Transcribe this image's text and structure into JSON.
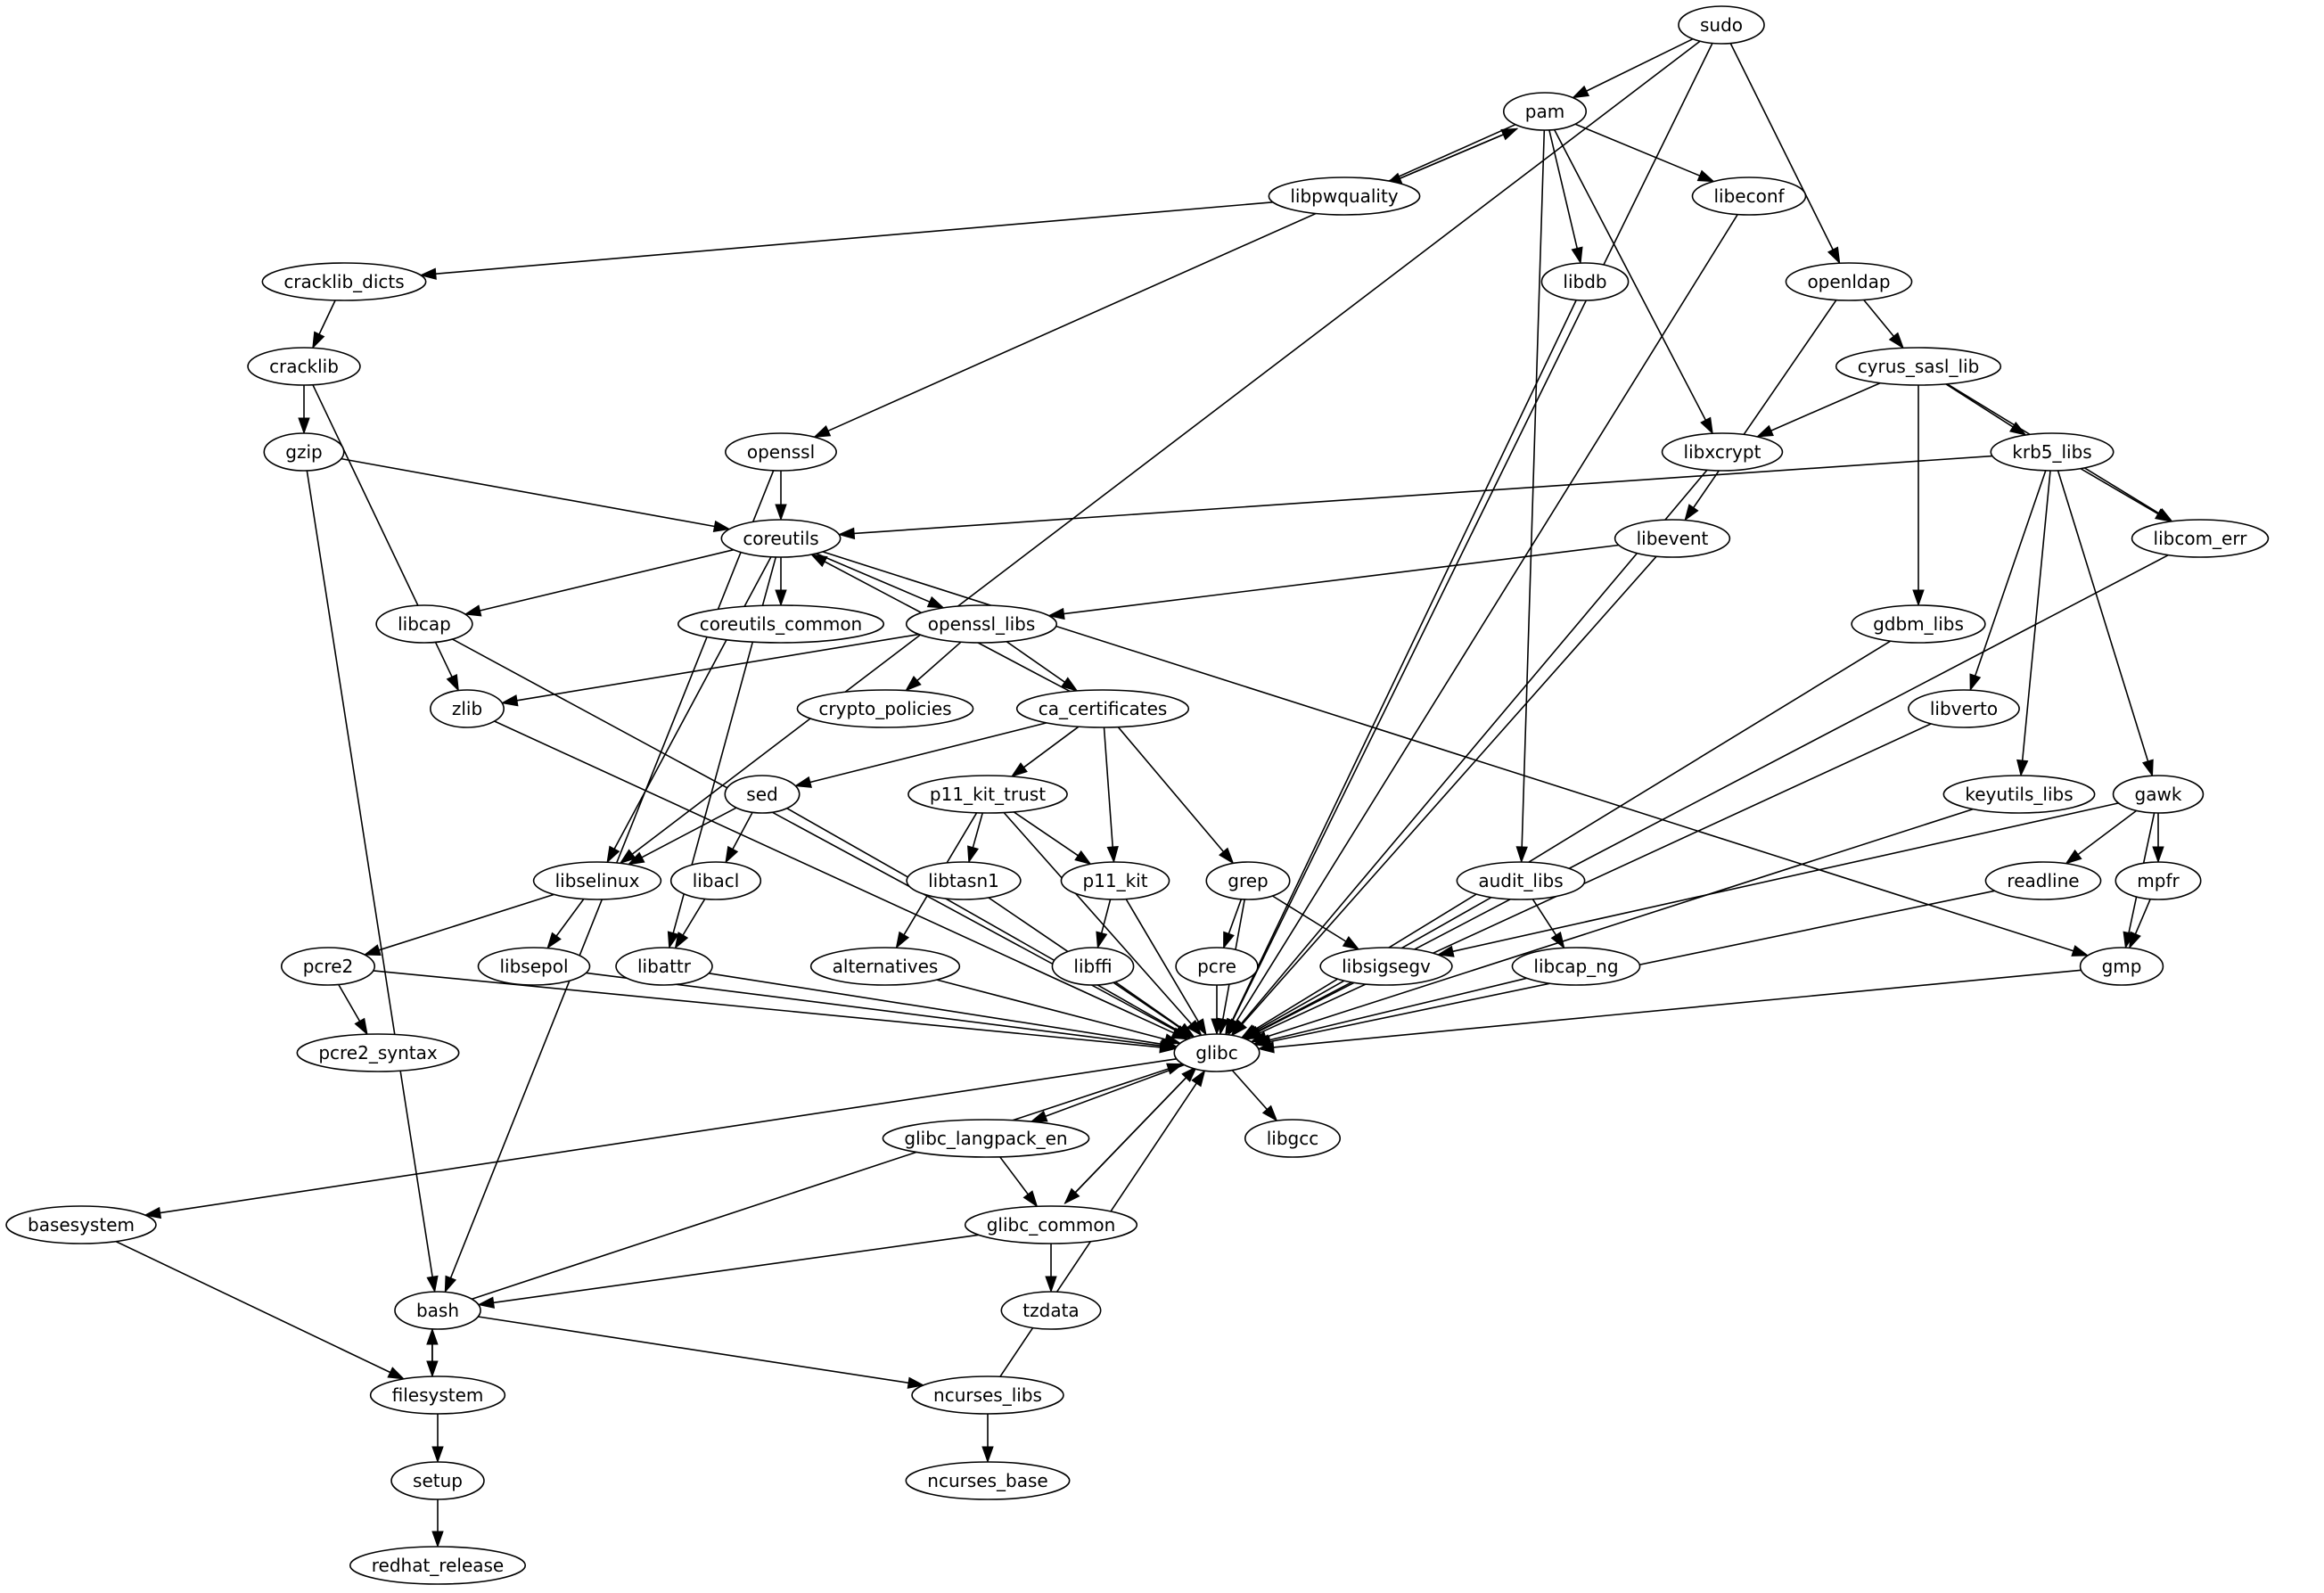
{
  "title": "Package dependency graph",
  "colors": {
    "stroke": "#000000",
    "fill": "#ffffff",
    "text": "#000000"
  },
  "nodes": [
    {
      "id": "sudo",
      "label": "sudo"
    },
    {
      "id": "pam",
      "label": "pam"
    },
    {
      "id": "libpwquality",
      "label": "libpwquality"
    },
    {
      "id": "libeconf",
      "label": "libeconf"
    },
    {
      "id": "cracklib_dicts",
      "label": "cracklib_dicts"
    },
    {
      "id": "libdb",
      "label": "libdb"
    },
    {
      "id": "openldap",
      "label": "openldap"
    },
    {
      "id": "cracklib",
      "label": "cracklib"
    },
    {
      "id": "cyrus_sasl_lib",
      "label": "cyrus_sasl_lib"
    },
    {
      "id": "gzip",
      "label": "gzip"
    },
    {
      "id": "openssl",
      "label": "openssl"
    },
    {
      "id": "libxcrypt",
      "label": "libxcrypt"
    },
    {
      "id": "krb5_libs",
      "label": "krb5_libs"
    },
    {
      "id": "coreutils",
      "label": "coreutils"
    },
    {
      "id": "libevent",
      "label": "libevent"
    },
    {
      "id": "libcom_err",
      "label": "libcom_err"
    },
    {
      "id": "libcap",
      "label": "libcap"
    },
    {
      "id": "coreutils_common",
      "label": "coreutils_common"
    },
    {
      "id": "openssl_libs",
      "label": "openssl_libs"
    },
    {
      "id": "gdbm_libs",
      "label": "gdbm_libs"
    },
    {
      "id": "zlib",
      "label": "zlib"
    },
    {
      "id": "crypto_policies",
      "label": "crypto_policies"
    },
    {
      "id": "ca_certificates",
      "label": "ca_certificates"
    },
    {
      "id": "libverto",
      "label": "libverto"
    },
    {
      "id": "sed",
      "label": "sed"
    },
    {
      "id": "p11_kit_trust",
      "label": "p11_kit_trust"
    },
    {
      "id": "keyutils_libs",
      "label": "keyutils_libs"
    },
    {
      "id": "gawk",
      "label": "gawk"
    },
    {
      "id": "libselinux",
      "label": "libselinux"
    },
    {
      "id": "libacl",
      "label": "libacl"
    },
    {
      "id": "libtasn1",
      "label": "libtasn1"
    },
    {
      "id": "p11_kit",
      "label": "p11_kit"
    },
    {
      "id": "grep",
      "label": "grep"
    },
    {
      "id": "audit_libs",
      "label": "audit_libs"
    },
    {
      "id": "readline",
      "label": "readline"
    },
    {
      "id": "mpfr",
      "label": "mpfr"
    },
    {
      "id": "pcre2",
      "label": "pcre2"
    },
    {
      "id": "libsepol",
      "label": "libsepol"
    },
    {
      "id": "libattr",
      "label": "libattr"
    },
    {
      "id": "alternatives",
      "label": "alternatives"
    },
    {
      "id": "libffi",
      "label": "libffi"
    },
    {
      "id": "pcre",
      "label": "pcre"
    },
    {
      "id": "libsigsegv",
      "label": "libsigsegv"
    },
    {
      "id": "libcap_ng",
      "label": "libcap_ng"
    },
    {
      "id": "gmp",
      "label": "gmp"
    },
    {
      "id": "pcre2_syntax",
      "label": "pcre2_syntax"
    },
    {
      "id": "glibc",
      "label": "glibc"
    },
    {
      "id": "glibc_langpack_en",
      "label": "glibc_langpack_en"
    },
    {
      "id": "libgcc",
      "label": "libgcc"
    },
    {
      "id": "basesystem",
      "label": "basesystem"
    },
    {
      "id": "glibc_common",
      "label": "glibc_common"
    },
    {
      "id": "bash",
      "label": "bash"
    },
    {
      "id": "tzdata",
      "label": "tzdata"
    },
    {
      "id": "filesystem",
      "label": "filesystem"
    },
    {
      "id": "ncurses_libs",
      "label": "ncurses_libs"
    },
    {
      "id": "setup",
      "label": "setup"
    },
    {
      "id": "ncurses_base",
      "label": "ncurses_base"
    },
    {
      "id": "redhat_release",
      "label": "redhat_release"
    }
  ],
  "edges": [
    [
      "sudo",
      "pam"
    ],
    [
      "sudo",
      "openldap"
    ],
    [
      "sudo",
      "libselinux"
    ],
    [
      "sudo",
      "glibc"
    ],
    [
      "pam",
      "libpwquality"
    ],
    [
      "pam",
      "libeconf"
    ],
    [
      "pam",
      "libdb"
    ],
    [
      "pam",
      "libxcrypt"
    ],
    [
      "pam",
      "audit_libs"
    ],
    [
      "pam",
      "openssl"
    ],
    [
      "libpwquality",
      "pam"
    ],
    [
      "libpwquality",
      "cracklib_dicts"
    ],
    [
      "libeconf",
      "glibc"
    ],
    [
      "cracklib_dicts",
      "cracklib"
    ],
    [
      "cracklib",
      "gzip"
    ],
    [
      "cracklib",
      "zlib"
    ],
    [
      "libdb",
      "glibc"
    ],
    [
      "openldap",
      "cyrus_sasl_lib"
    ],
    [
      "openldap",
      "libevent"
    ],
    [
      "cyrus_sasl_lib",
      "libxcrypt"
    ],
    [
      "cyrus_sasl_lib",
      "krb5_libs"
    ],
    [
      "cyrus_sasl_lib",
      "libcom_err"
    ],
    [
      "cyrus_sasl_lib",
      "gdbm_libs"
    ],
    [
      "gzip",
      "coreutils"
    ],
    [
      "gzip",
      "bash"
    ],
    [
      "openssl",
      "coreutils"
    ],
    [
      "openssl",
      "bash"
    ],
    [
      "libxcrypt",
      "glibc"
    ],
    [
      "krb5_libs",
      "coreutils"
    ],
    [
      "krb5_libs",
      "libcom_err"
    ],
    [
      "krb5_libs",
      "libverto"
    ],
    [
      "krb5_libs",
      "keyutils_libs"
    ],
    [
      "krb5_libs",
      "gawk"
    ],
    [
      "coreutils",
      "libcap"
    ],
    [
      "coreutils",
      "coreutils_common"
    ],
    [
      "coreutils",
      "openssl_libs"
    ],
    [
      "coreutils",
      "libselinux"
    ],
    [
      "coreutils",
      "libattr"
    ],
    [
      "coreutils",
      "gmp"
    ],
    [
      "libevent",
      "openssl_libs"
    ],
    [
      "libevent",
      "glibc"
    ],
    [
      "libcom_err",
      "glibc"
    ],
    [
      "libcap",
      "glibc"
    ],
    [
      "openssl_libs",
      "zlib"
    ],
    [
      "openssl_libs",
      "crypto_policies"
    ],
    [
      "openssl_libs",
      "ca_certificates"
    ],
    [
      "gdbm_libs",
      "glibc"
    ],
    [
      "zlib",
      "glibc"
    ],
    [
      "ca_certificates",
      "coreutils"
    ],
    [
      "ca_certificates",
      "sed"
    ],
    [
      "ca_certificates",
      "p11_kit_trust"
    ],
    [
      "ca_certificates",
      "p11_kit"
    ],
    [
      "ca_certificates",
      "grep"
    ],
    [
      "libverto",
      "glibc"
    ],
    [
      "sed",
      "libselinux"
    ],
    [
      "sed",
      "libacl"
    ],
    [
      "sed",
      "glibc"
    ],
    [
      "p11_kit_trust",
      "libtasn1"
    ],
    [
      "p11_kit_trust",
      "p11_kit"
    ],
    [
      "p11_kit_trust",
      "alternatives"
    ],
    [
      "p11_kit_trust",
      "glibc"
    ],
    [
      "keyutils_libs",
      "glibc"
    ],
    [
      "gawk",
      "readline"
    ],
    [
      "gawk",
      "mpfr"
    ],
    [
      "gawk",
      "gmp"
    ],
    [
      "gawk",
      "libsigsegv"
    ],
    [
      "libselinux",
      "pcre2"
    ],
    [
      "libselinux",
      "libsepol"
    ],
    [
      "libacl",
      "libattr"
    ],
    [
      "libtasn1",
      "glibc"
    ],
    [
      "p11_kit",
      "libffi"
    ],
    [
      "p11_kit",
      "glibc"
    ],
    [
      "grep",
      "pcre"
    ],
    [
      "grep",
      "libsigsegv"
    ],
    [
      "grep",
      "glibc"
    ],
    [
      "audit_libs",
      "libcap_ng"
    ],
    [
      "audit_libs",
      "glibc"
    ],
    [
      "readline",
      "glibc"
    ],
    [
      "mpfr",
      "gmp"
    ],
    [
      "pcre2",
      "pcre2_syntax"
    ],
    [
      "pcre2",
      "glibc"
    ],
    [
      "libsepol",
      "glibc"
    ],
    [
      "libattr",
      "glibc"
    ],
    [
      "alternatives",
      "glibc"
    ],
    [
      "libffi",
      "glibc"
    ],
    [
      "pcre",
      "glibc"
    ],
    [
      "libsigsegv",
      "glibc"
    ],
    [
      "libcap_ng",
      "glibc"
    ],
    [
      "gmp",
      "glibc"
    ],
    [
      "glibc",
      "glibc_langpack_en"
    ],
    [
      "glibc",
      "libgcc"
    ],
    [
      "glibc",
      "basesystem"
    ],
    [
      "glibc",
      "glibc_common"
    ],
    [
      "glibc_langpack_en",
      "glibc_common"
    ],
    [
      "glibc_common",
      "glibc"
    ],
    [
      "glibc_common",
      "tzdata"
    ],
    [
      "glibc_common",
      "bash"
    ],
    [
      "basesystem",
      "filesystem"
    ],
    [
      "bash",
      "glibc"
    ],
    [
      "bash",
      "filesystem"
    ],
    [
      "bash",
      "ncurses_libs"
    ],
    [
      "filesystem",
      "bash"
    ],
    [
      "filesystem",
      "setup"
    ],
    [
      "ncurses_libs",
      "ncurses_base"
    ],
    [
      "ncurses_libs",
      "glibc"
    ],
    [
      "setup",
      "redhat_release"
    ]
  ]
}
